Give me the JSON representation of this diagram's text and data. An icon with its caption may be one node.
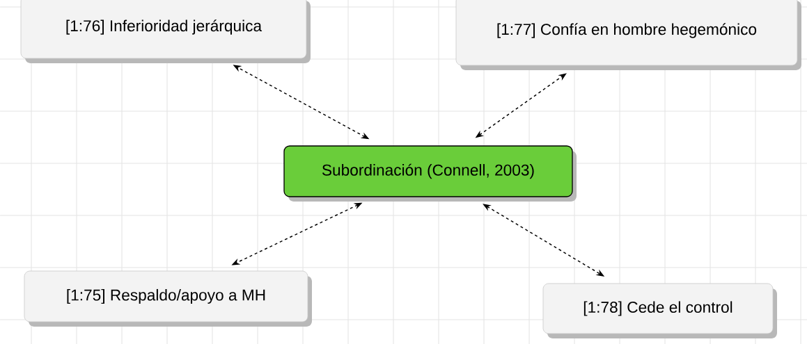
{
  "diagram": {
    "nodes": [
      {
        "text": [
          "[1:76] Inferioridad jerárquica"
        ]
      },
      {
        "text": [
          "[1:77] Confía en hombre hegemónico"
        ]
      },
      {
        "text": [
          "Subordinación (Connell, 2003)"
        ]
      },
      {
        "text": [
          "[1:75] Respaldo/apoyo a MH"
        ]
      },
      {
        "text": [
          "[1:78] Cede el control"
        ]
      }
    ],
    "edges": [
      {
        "from": 2,
        "to": 0,
        "arrow": "both",
        "style": "dashed"
      },
      {
        "from": 2,
        "to": 1,
        "arrow": "both",
        "style": "dashed"
      },
      {
        "from": 2,
        "to": 3,
        "arrow": "both",
        "style": "dashed"
      },
      {
        "from": 2,
        "to": 4,
        "arrow": "both",
        "style": "dashed"
      }
    ]
  }
}
